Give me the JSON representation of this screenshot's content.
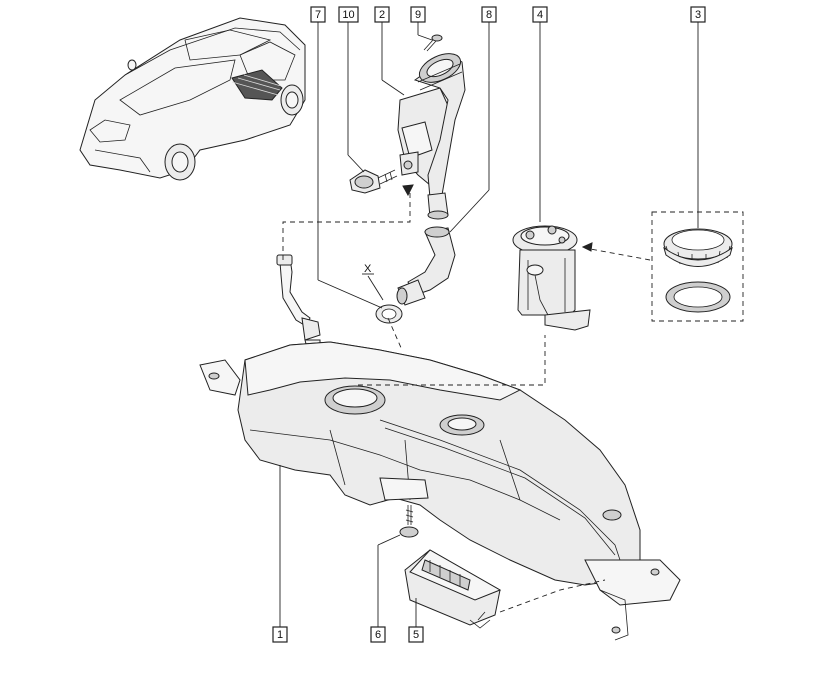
{
  "callouts": [
    {
      "id": "1",
      "label": "1"
    },
    {
      "id": "2",
      "label": "2"
    },
    {
      "id": "3",
      "label": "3"
    },
    {
      "id": "4",
      "label": "4"
    },
    {
      "id": "5",
      "label": "5"
    },
    {
      "id": "6",
      "label": "6"
    },
    {
      "id": "7",
      "label": "7"
    },
    {
      "id": "8",
      "label": "8"
    },
    {
      "id": "9",
      "label": "9"
    },
    {
      "id": "10",
      "label": "10"
    }
  ],
  "annotations": {
    "x_marker": "X"
  }
}
